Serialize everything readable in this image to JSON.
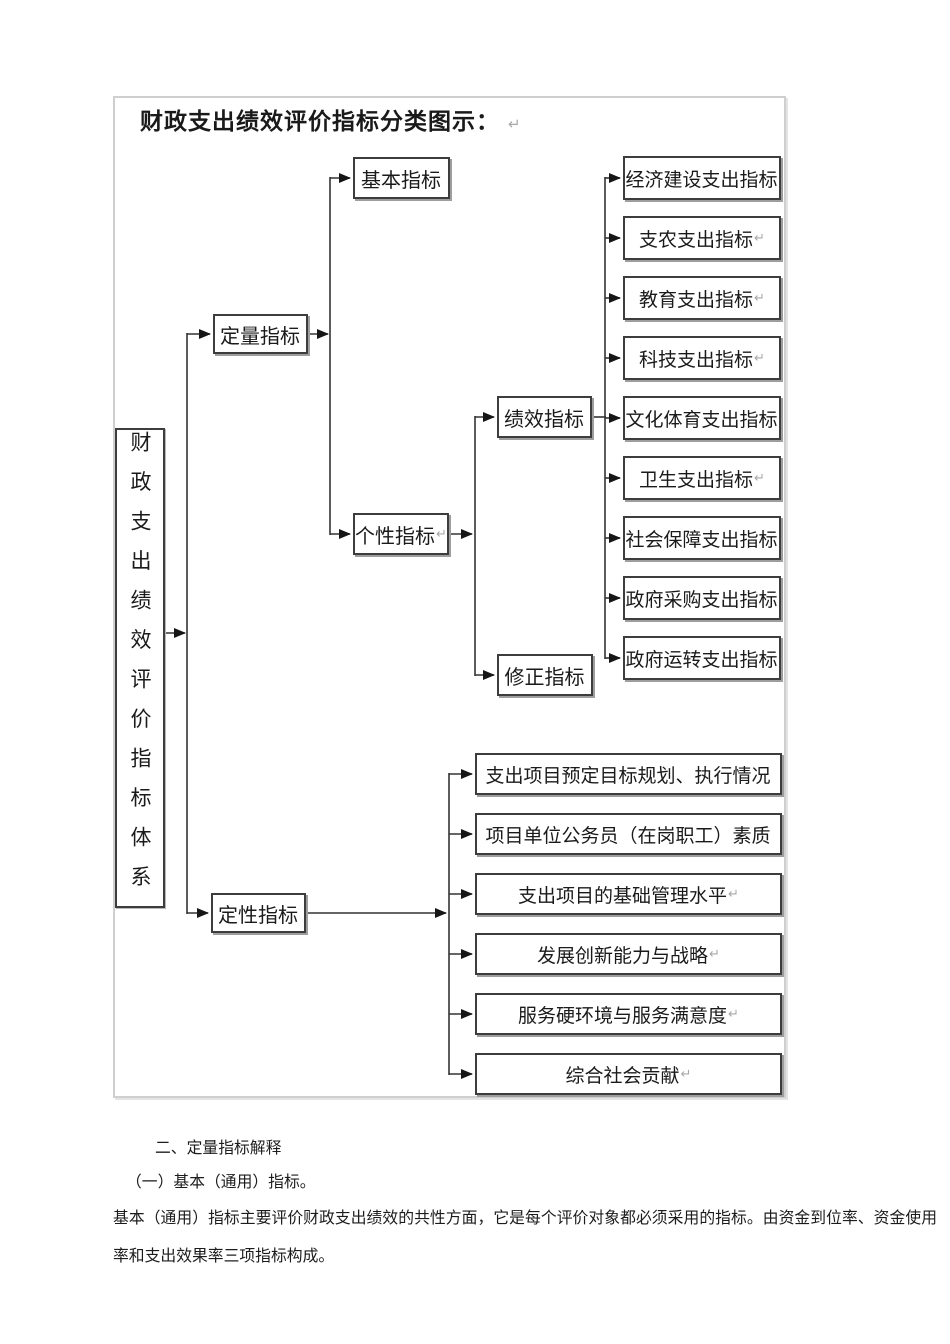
{
  "title": {
    "text": "财政支出绩效评价指标分类图示：",
    "mark": "↵"
  },
  "diagram": {
    "root": {
      "label": "财政支出绩效评价指标体系"
    },
    "nodes": {
      "quantitative": {
        "label": "定量指标",
        "mark": ""
      },
      "basic": {
        "label": "基本指标",
        "mark": ""
      },
      "individual": {
        "label": "个性指标",
        "mark": "↵"
      },
      "performance": {
        "label": "绩效指标",
        "mark": ""
      },
      "correction": {
        "label": "修正指标",
        "mark": ""
      },
      "qualitative": {
        "label": "定性指标",
        "mark": ""
      }
    },
    "performance_children": [
      {
        "label": "经济建设支出指标",
        "mark": ""
      },
      {
        "label": "支农支出指标",
        "mark": "↵"
      },
      {
        "label": "教育支出指标",
        "mark": "↵"
      },
      {
        "label": "科技支出指标",
        "mark": "↵"
      },
      {
        "label": "文化体育支出指标",
        "mark": ""
      },
      {
        "label": "卫生支出指标",
        "mark": "↵"
      },
      {
        "label": "社会保障支出指标",
        "mark": ""
      },
      {
        "label": "政府采购支出指标",
        "mark": ""
      },
      {
        "label": "政府运转支出指标",
        "mark": ""
      }
    ],
    "qualitative_children": [
      {
        "label": "支出项目预定目标规划、执行情况",
        "mark": ""
      },
      {
        "label": "项目单位公务员（在岗职工）素质",
        "mark": ""
      },
      {
        "label": "支出项目的基础管理水平",
        "mark": "↵"
      },
      {
        "label": "发展创新能力与战略",
        "mark": "↵"
      },
      {
        "label": "服务硬环境与服务满意度",
        "mark": "↵"
      },
      {
        "label": "综合社会贡献",
        "mark": "↵"
      }
    ]
  },
  "notes": {
    "heading1": "二、定量指标解释",
    "heading2": "（一）基本（通用）指标。",
    "paragraph": "基本（通用）指标主要评价财政支出绩效的共性方面，它是每个评价对象都必须采用的指标。由资金到位率、资金使用率和支出效果率三项指标构成。"
  },
  "colors": {
    "box_border": "#3d3d3d",
    "box_shadow": "#9e9e9e",
    "frame_border": "#cfcfcf",
    "line": "#333333",
    "text": "#1a1a1a",
    "paragraph_mark": "#a8a8a8"
  }
}
